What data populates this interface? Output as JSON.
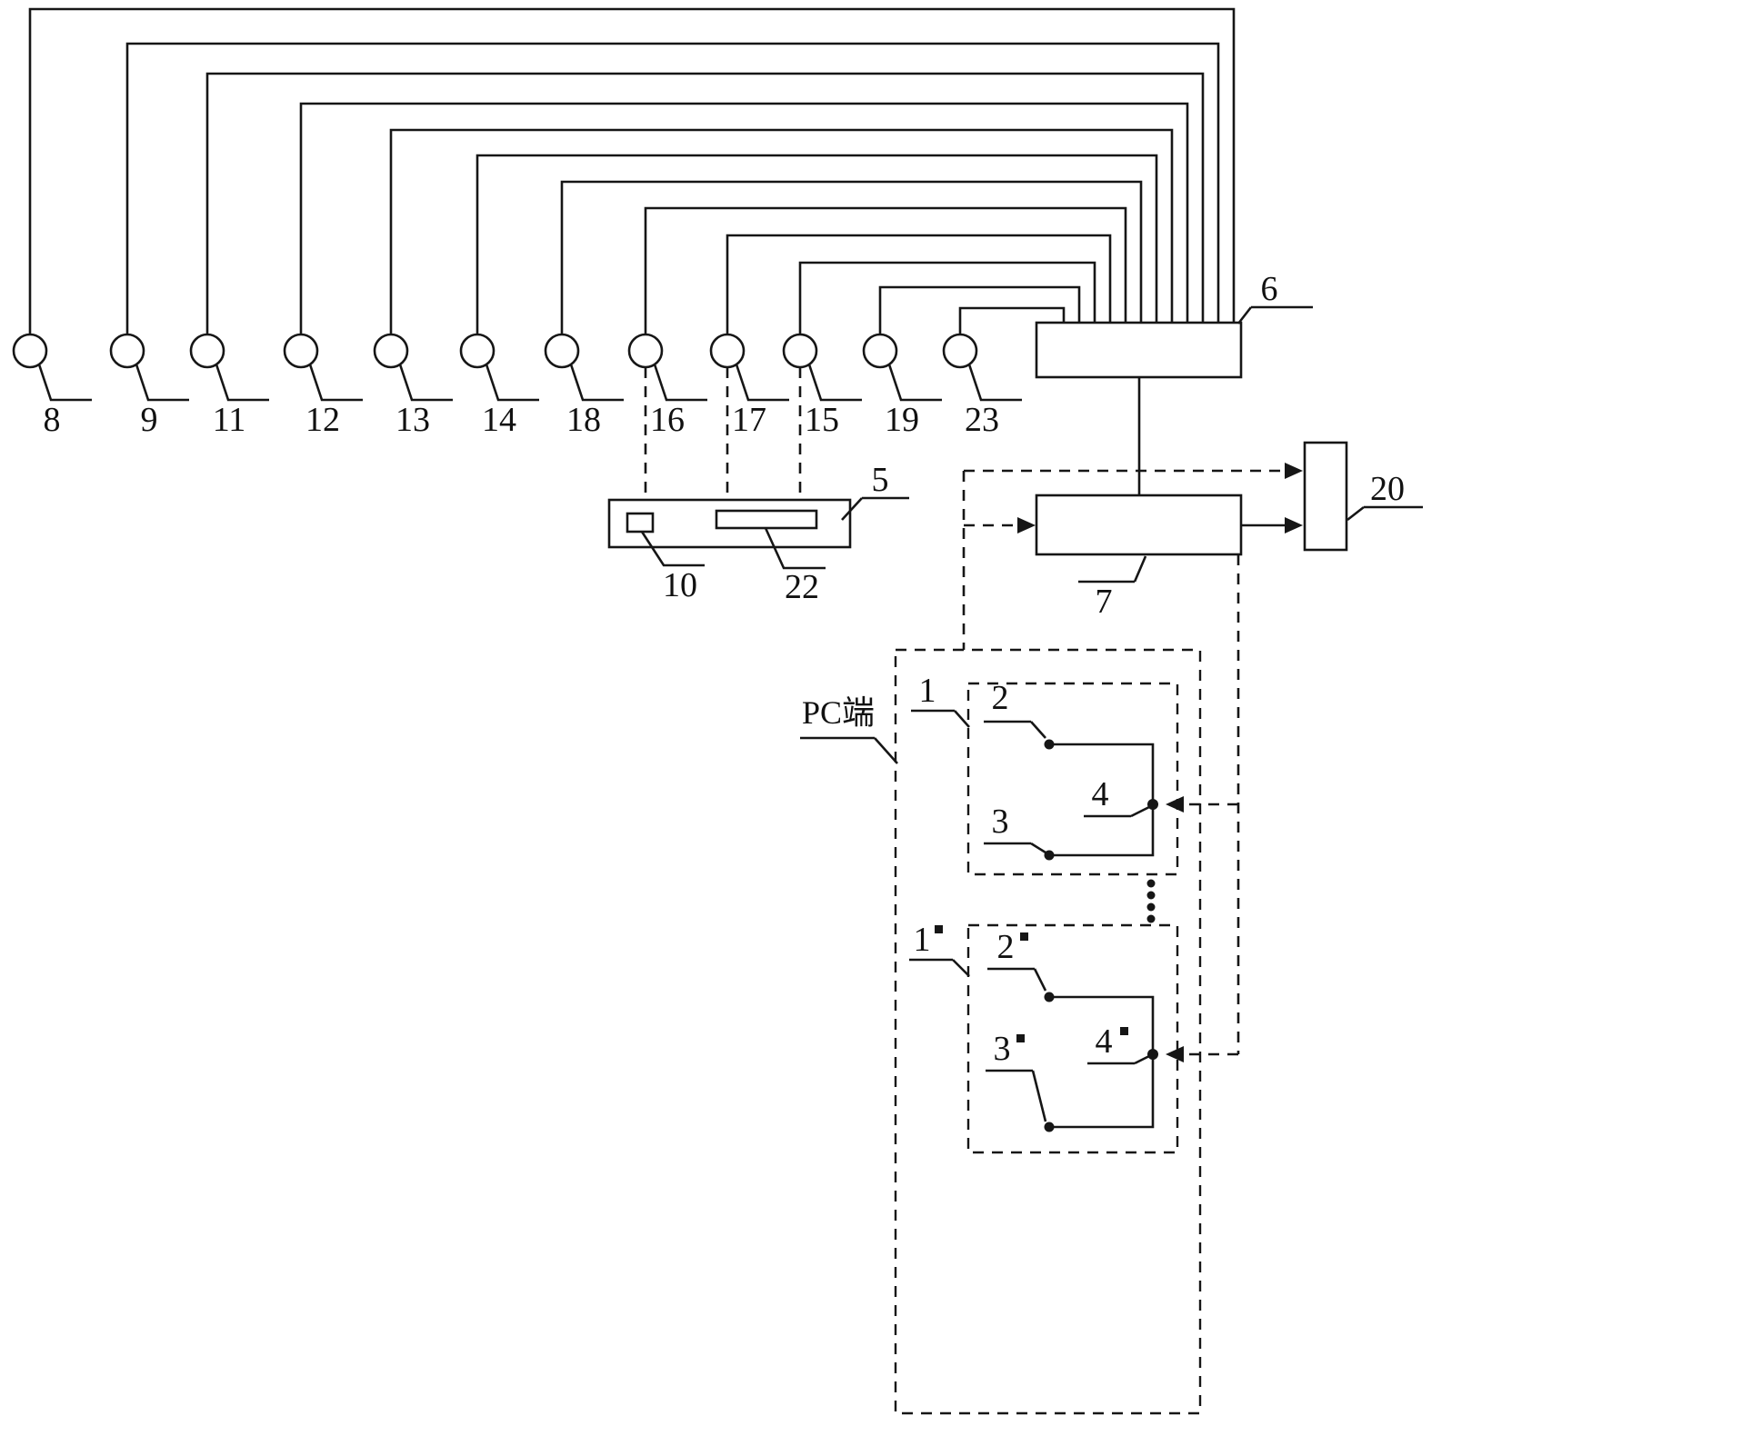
{
  "sensors": [
    "8",
    "9",
    "11",
    "12",
    "13",
    "14",
    "18",
    "16",
    "17",
    "15",
    "19",
    "23"
  ],
  "blocks": {
    "block6": "6",
    "block7": "7",
    "block20": "20",
    "block5": "5",
    "label10": "10",
    "label22": "22"
  },
  "pc_panel": {
    "title": "PC端",
    "group_a": {
      "label": "1",
      "node2": "2",
      "node3": "3",
      "node4": "4"
    },
    "group_b": {
      "label": "1",
      "node2": "2",
      "node3": "3",
      "node4": "4"
    }
  }
}
